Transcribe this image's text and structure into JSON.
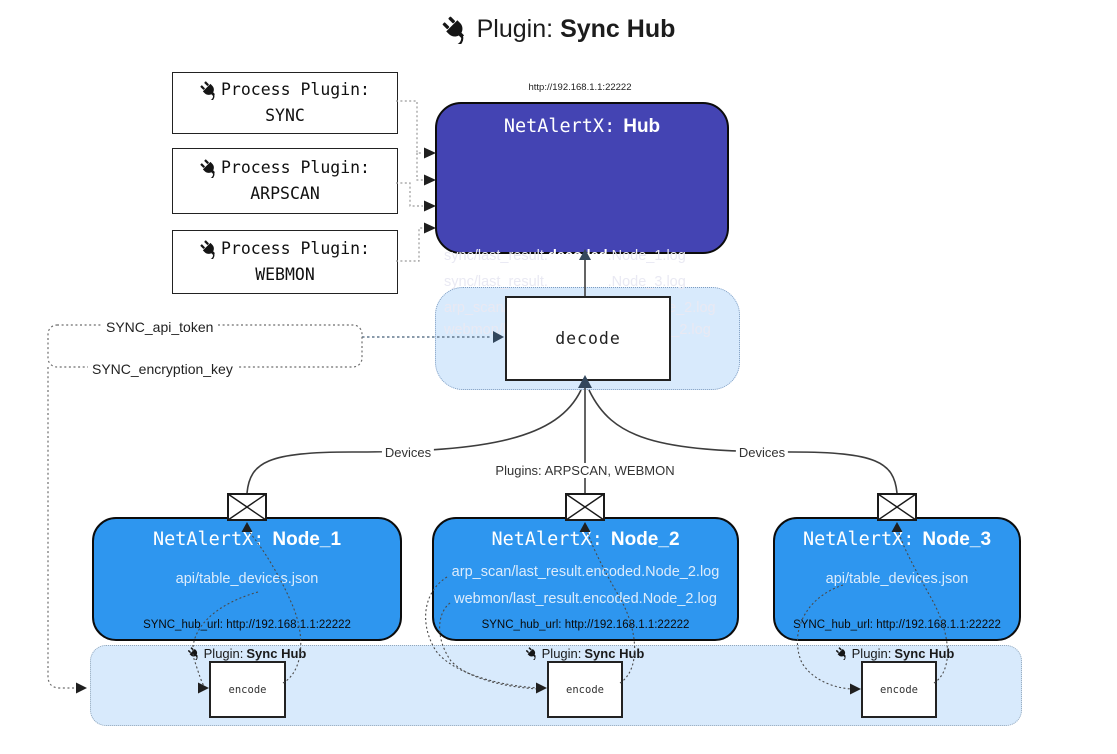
{
  "title": {
    "prefix": "Plugin:",
    "name": "Sync Hub"
  },
  "process_plugins": [
    {
      "label": "Process Plugin:",
      "name": "SYNC"
    },
    {
      "label": "Process Plugin:",
      "name": "ARPSCAN"
    },
    {
      "label": "Process Plugin:",
      "name": "WEBMON"
    }
  ],
  "hub": {
    "url": "http://192.168.1.1:22222",
    "title_prefix": "NetAlertX:",
    "title_name": "Hub",
    "logs": [
      {
        "pre": "sync/last_result.",
        "bold": "decoded",
        "post": ".Node_1.log"
      },
      {
        "pre": "sync/last_result.",
        "bold": "decoded",
        "post": ".Node_3.log"
      },
      {
        "pre": "arp_scan/last_result.",
        "bold": "decoded",
        "post": ".Node_2.log"
      },
      {
        "pre": "webmon/last_result.",
        "bold": "decoded",
        "post": ".Node_2.log"
      }
    ]
  },
  "decode": {
    "label": "decode"
  },
  "secrets": {
    "api_token": "SYNC_api_token",
    "encryption_key": "SYNC_encryption_key"
  },
  "edges": {
    "devices_left": "Devices",
    "plugins_center": "Plugins: ARPSCAN, WEBMON",
    "devices_right": "Devices"
  },
  "nodes": [
    {
      "title_prefix": "NetAlertX:",
      "name": "Node_1",
      "files": [
        "api/table_devices.json"
      ],
      "hub_url": "SYNC_hub_url: http://192.168.1.1:22222"
    },
    {
      "title_prefix": "NetAlertX:",
      "name": "Node_2",
      "files": [
        "arp_scan/last_result.encoded.Node_2.log",
        "webmon/last_result.encoded.Node_2.log"
      ],
      "hub_url": "SYNC_hub_url: http://192.168.1.1:22222"
    },
    {
      "title_prefix": "NetAlertX:",
      "name": "Node_3",
      "files": [
        "api/table_devices.json"
      ],
      "hub_url": "SYNC_hub_url: http://192.168.1.1:22222"
    }
  ],
  "encoders": [
    {
      "label_prefix": "Plugin:",
      "label_name": "Sync Hub",
      "box_label": "encode"
    },
    {
      "label_prefix": "Plugin:",
      "label_name": "Sync Hub",
      "box_label": "encode"
    },
    {
      "label_prefix": "Plugin:",
      "label_name": "Sync Hub",
      "box_label": "encode"
    }
  ],
  "colors": {
    "hub_fill": "#4444b3",
    "node_fill": "#2e96ef",
    "band_fill": "#d8eafc",
    "band_border": "#7e9cc0",
    "bottom_band_border": "#93a7ba",
    "accent_dark": "#33475c",
    "box_border": "#0c0c0c"
  }
}
